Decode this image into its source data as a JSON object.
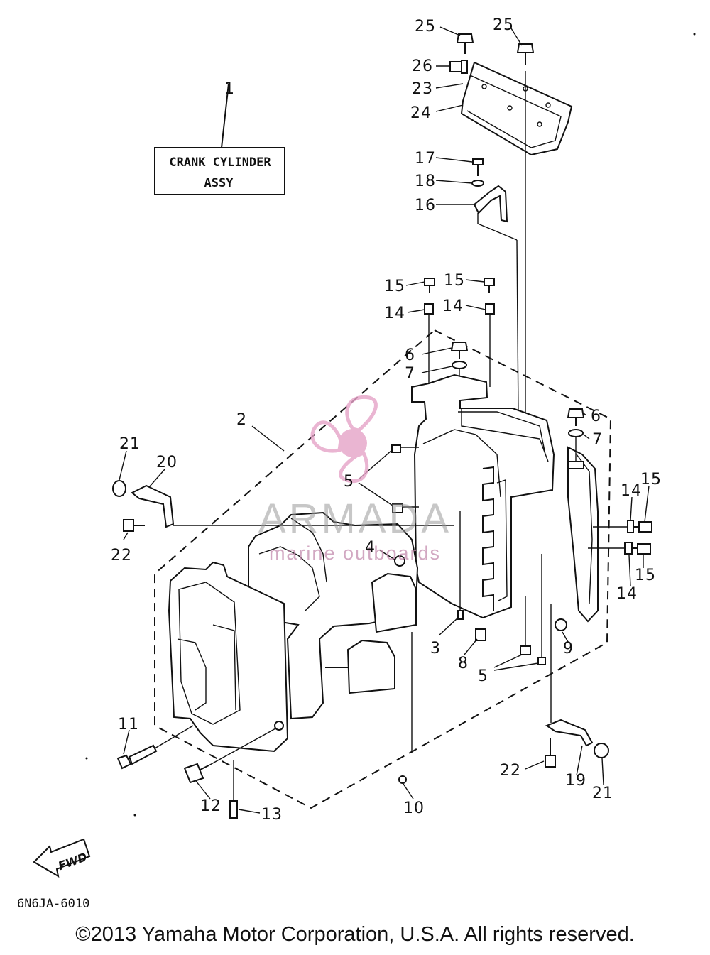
{
  "title_box": {
    "line1": "CRANK CYLINDER",
    "line2": "ASSY"
  },
  "diagram_code": "6N6JA-6010",
  "fwd_label": "FWD",
  "watermark": {
    "brand": "ARMADA",
    "tagline": "marine outboards",
    "color": "#e6a3c8"
  },
  "copyright": "©2013 Yamaha Motor Corporation, U.S.A. All rights reserved.",
  "callouts": {
    "c1": "1",
    "c2": "2",
    "c3": "3",
    "c4": "4",
    "c5a": "5",
    "c5b": "5",
    "c6a": "6",
    "c6b": "6",
    "c7a": "7",
    "c7b": "7",
    "c8": "8",
    "c9": "9",
    "c10": "10",
    "c11": "11",
    "c12": "12",
    "c13": "13",
    "c14a": "14",
    "c14b": "14",
    "c14c": "14",
    "c14d": "14",
    "c15a": "15",
    "c15b": "15",
    "c15c": "15",
    "c15d": "15",
    "c16": "16",
    "c17": "17",
    "c18": "18",
    "c19": "19",
    "c20": "20",
    "c21a": "21",
    "c21b": "21",
    "c22a": "22",
    "c22b": "22",
    "c23": "23",
    "c24": "24",
    "c25a": "25",
    "c25b": "25",
    "c26": "26"
  }
}
